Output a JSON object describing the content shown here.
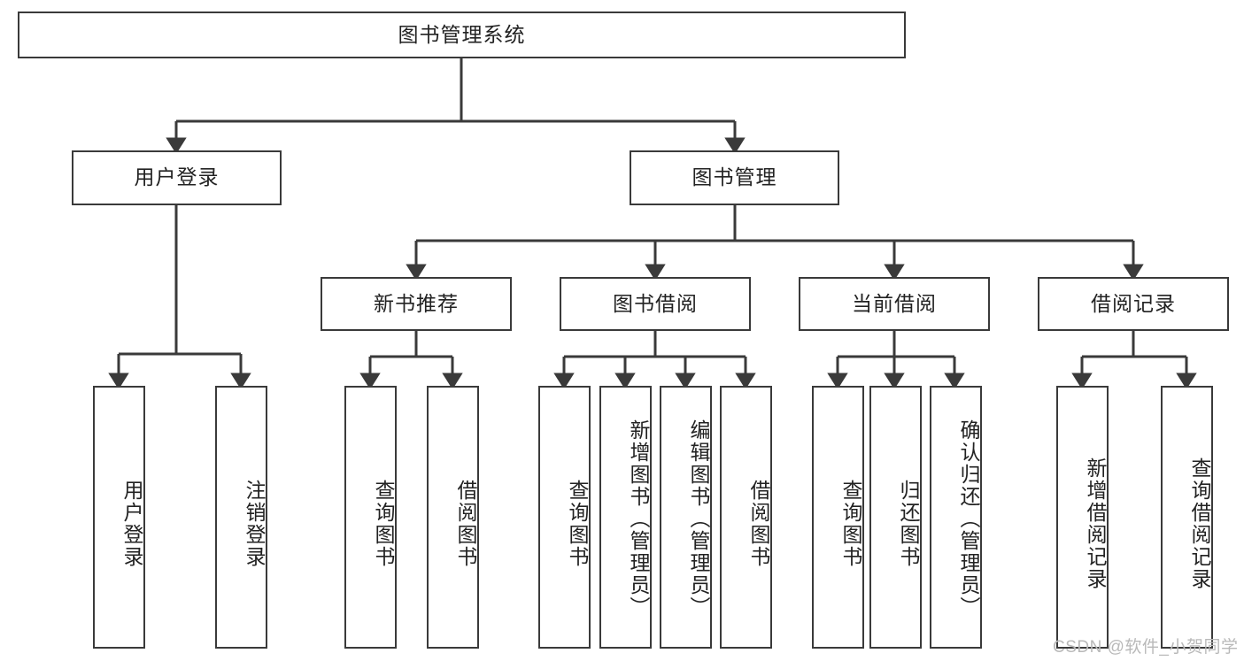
{
  "diagram": {
    "title": "图书管理系统",
    "type": "tree-hierarchy",
    "root": {
      "label": "图书管理系统"
    },
    "level2": [
      {
        "label": "用户登录"
      },
      {
        "label": "图书管理"
      }
    ],
    "level3": [
      {
        "label": "新书推荐"
      },
      {
        "label": "图书借阅"
      },
      {
        "label": "当前借阅"
      },
      {
        "label": "借阅记录"
      }
    ],
    "leaves": {
      "user_login": [
        {
          "label": "用户登录"
        },
        {
          "label": "注销登录"
        }
      ],
      "new_book_recommend": [
        {
          "label": "查询图书"
        },
        {
          "label": "借阅图书"
        }
      ],
      "book_borrow": [
        {
          "label": "查询图书"
        },
        {
          "label": "新增图书（管理员）"
        },
        {
          "label": "编辑图书（管理员）"
        },
        {
          "label": "借阅图书"
        }
      ],
      "current_borrow": [
        {
          "label": "查询图书"
        },
        {
          "label": "归还图书"
        },
        {
          "label": "确认归还（管理员）"
        }
      ],
      "borrow_record": [
        {
          "label": "新增借阅记录"
        },
        {
          "label": "查询借阅记录"
        }
      ]
    }
  },
  "watermark": {
    "text": "CSDN @软件_小贺同学"
  },
  "colors": {
    "border": "#3a3a3a",
    "text": "#222222",
    "background": "#ffffff",
    "watermark": "#b9b9b9"
  }
}
